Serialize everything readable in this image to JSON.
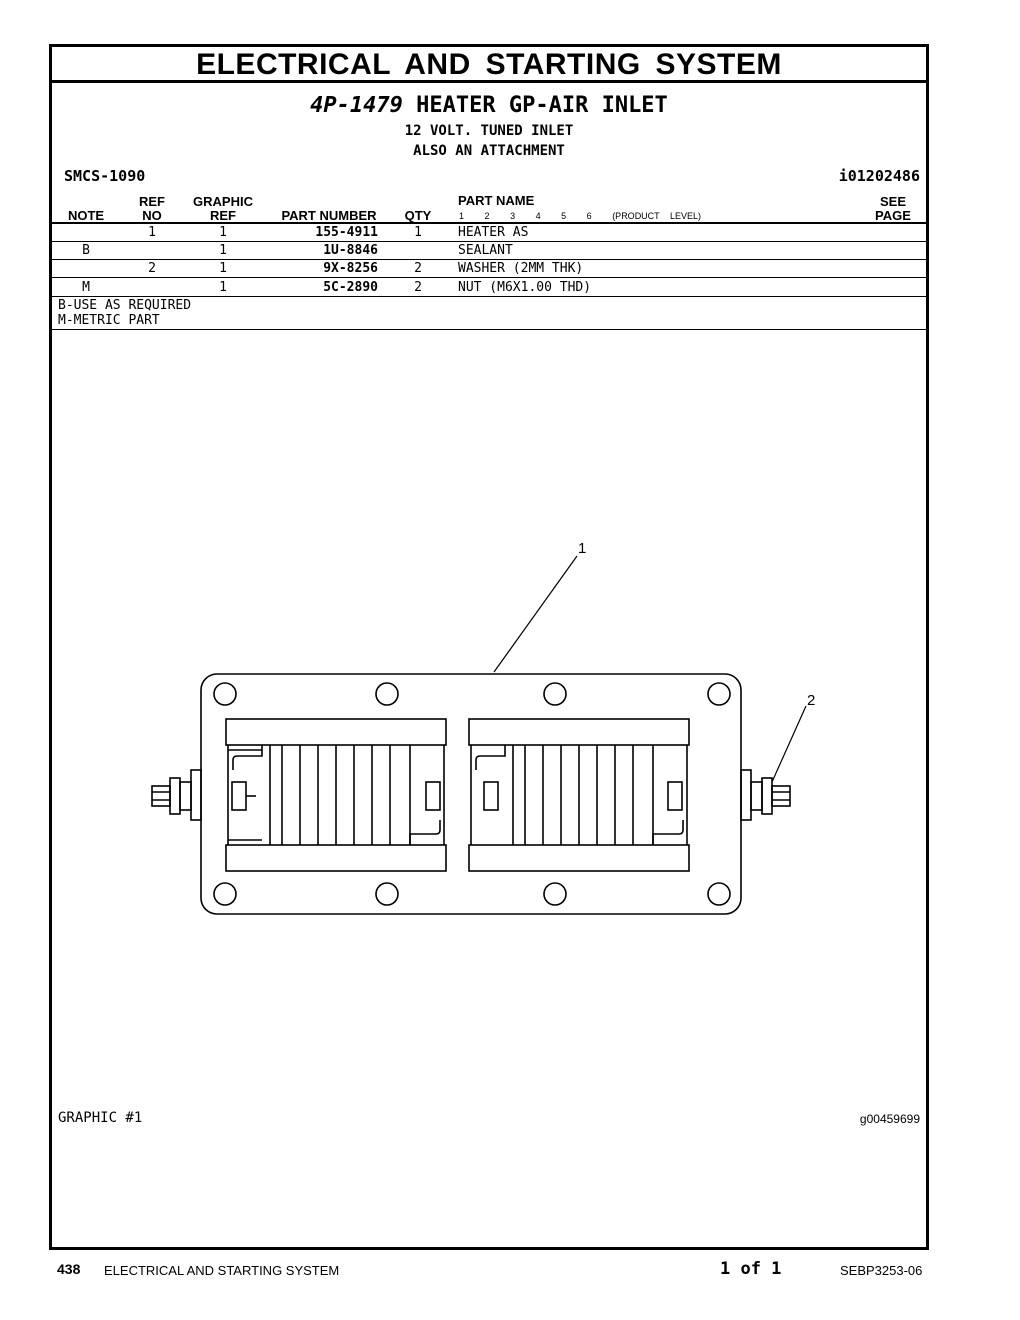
{
  "header": {
    "section_title": "ELECTRICAL AND STARTING SYSTEM",
    "group_number": "4P-1479",
    "group_name": "HEATER GP-AIR INLET",
    "subtitle1": "12 VOLT. TUNED INLET",
    "subtitle2": "ALSO AN ATTACHMENT",
    "smcs": "SMCS-1090",
    "illustration_id": "i01202486"
  },
  "columns": {
    "note": "NOTE",
    "ref_no_top": "REF",
    "ref_no_bottom": "NO",
    "graphic_top": "GRAPHIC",
    "graphic_bottom": "REF",
    "part_number": "PART NUMBER",
    "qty": "QTY",
    "part_name": "PART NAME",
    "levels": [
      "1",
      "2",
      "3",
      "4",
      "5",
      "6"
    ],
    "levels_label": "(PRODUCT LEVEL)",
    "see_top": "SEE",
    "see_bottom": "PAGE"
  },
  "rows": [
    {
      "note": "",
      "ref": "1",
      "graphic": "1",
      "part": "155-4911",
      "qty": "1",
      "name": "HEATER AS"
    },
    {
      "note": "B",
      "ref": "",
      "graphic": "1",
      "part": "1U-8846",
      "qty": "",
      "name": "SEALANT"
    },
    {
      "note": "",
      "ref": "2",
      "graphic": "1",
      "part": "9X-8256",
      "qty": "2",
      "name": "WASHER (2MM THK)"
    },
    {
      "note": "M",
      "ref": "",
      "graphic": "1",
      "part": "5C-2890",
      "qty": "2",
      "name": "NUT (M6X1.00 THD)"
    }
  ],
  "notes": [
    "B-USE AS REQUIRED",
    "M-METRIC PART"
  ],
  "graphic": {
    "label": "GRAPHIC #1",
    "id": "g00459699",
    "callouts": [
      "1",
      "2"
    ]
  },
  "footer": {
    "page": "438",
    "system": "ELECTRICAL AND STARTING SYSTEM",
    "of": "1 of 1",
    "doc": "SEBP3253-06"
  }
}
